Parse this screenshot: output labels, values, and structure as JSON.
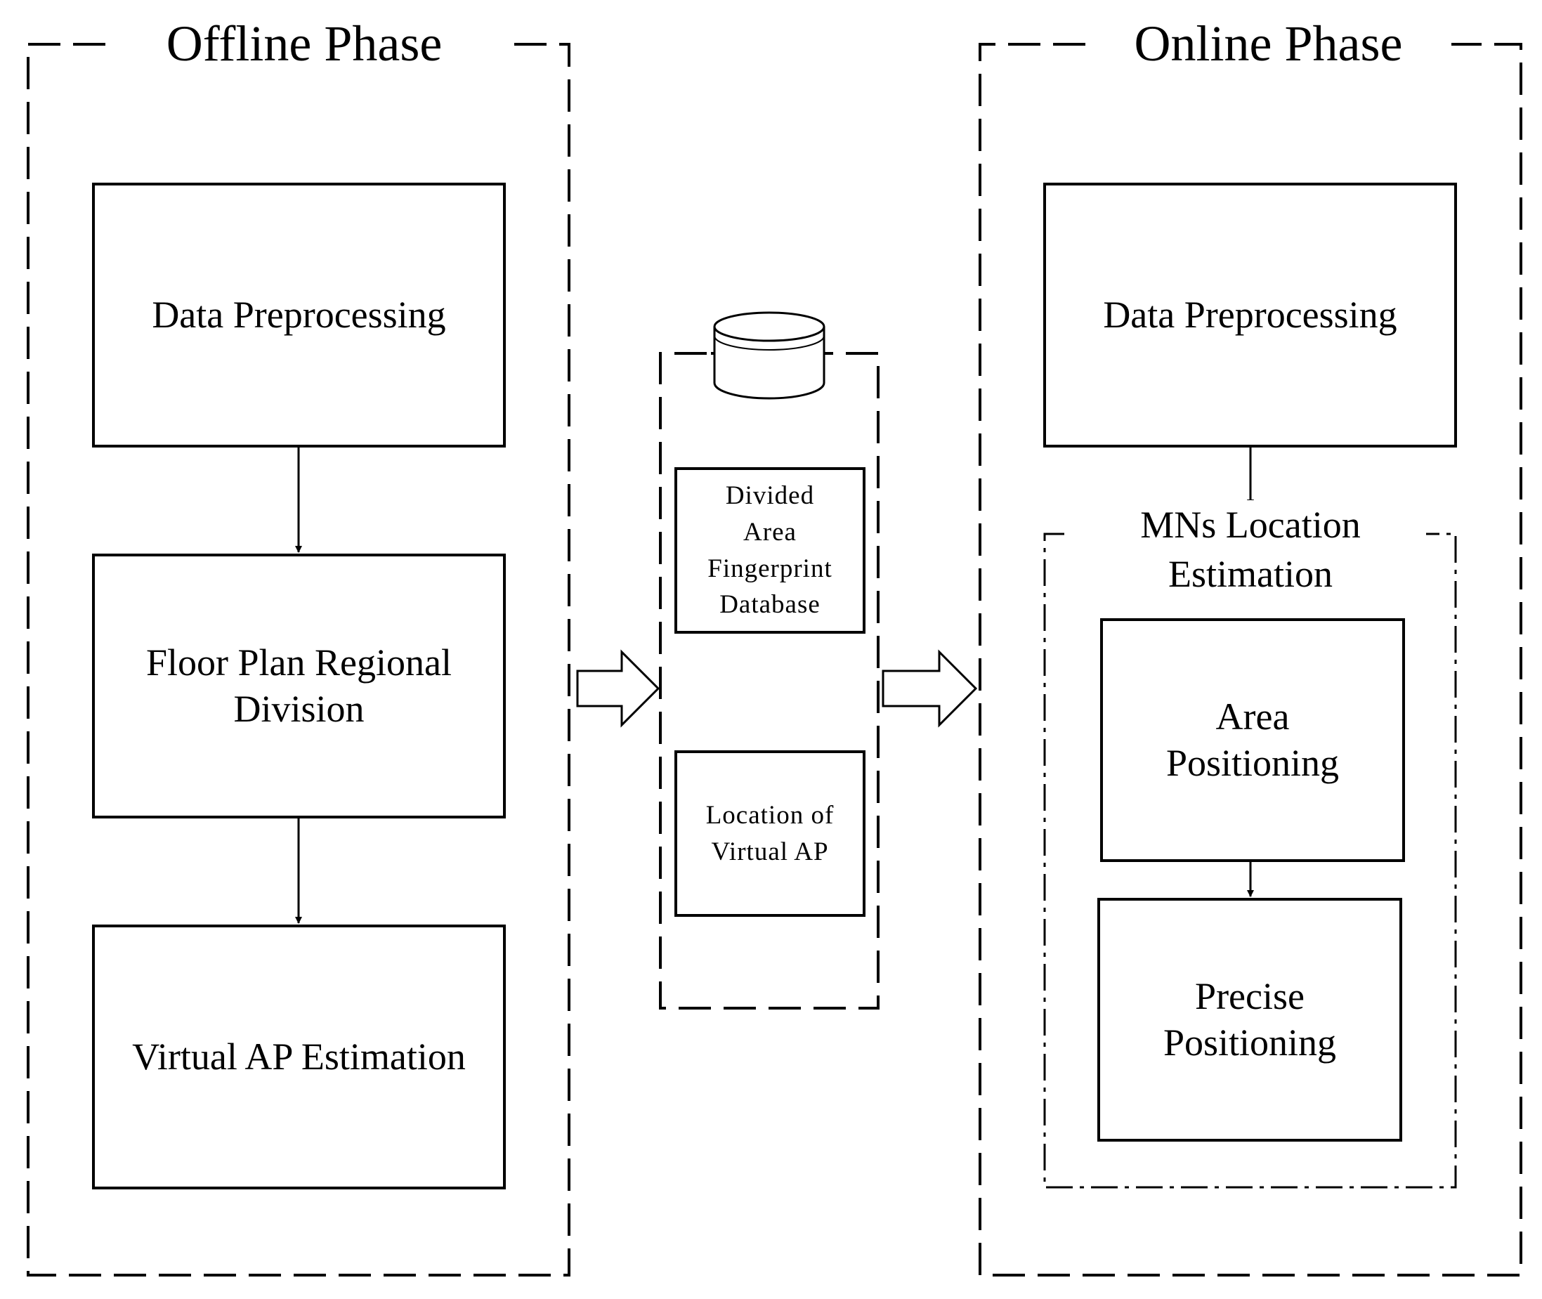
{
  "offline": {
    "title": "Offline Phase",
    "steps": [
      "Data Preprocessing",
      "Floor Plan Regional\nDivision",
      "Virtual AP Estimation"
    ]
  },
  "database": {
    "icon": "database-cylinder-icon",
    "items": [
      "Divided\nArea\nFingerprint\nDatabase",
      "Location of\nVirtual AP"
    ]
  },
  "online": {
    "title": "Online Phase",
    "first_step": "Data Preprocessing",
    "group": {
      "title": "MNs Location\nEstimation",
      "steps": [
        "Area\nPositioning",
        "Precise\nPositioning"
      ]
    }
  },
  "colors": {
    "stroke": "#000000",
    "background": "#ffffff"
  }
}
